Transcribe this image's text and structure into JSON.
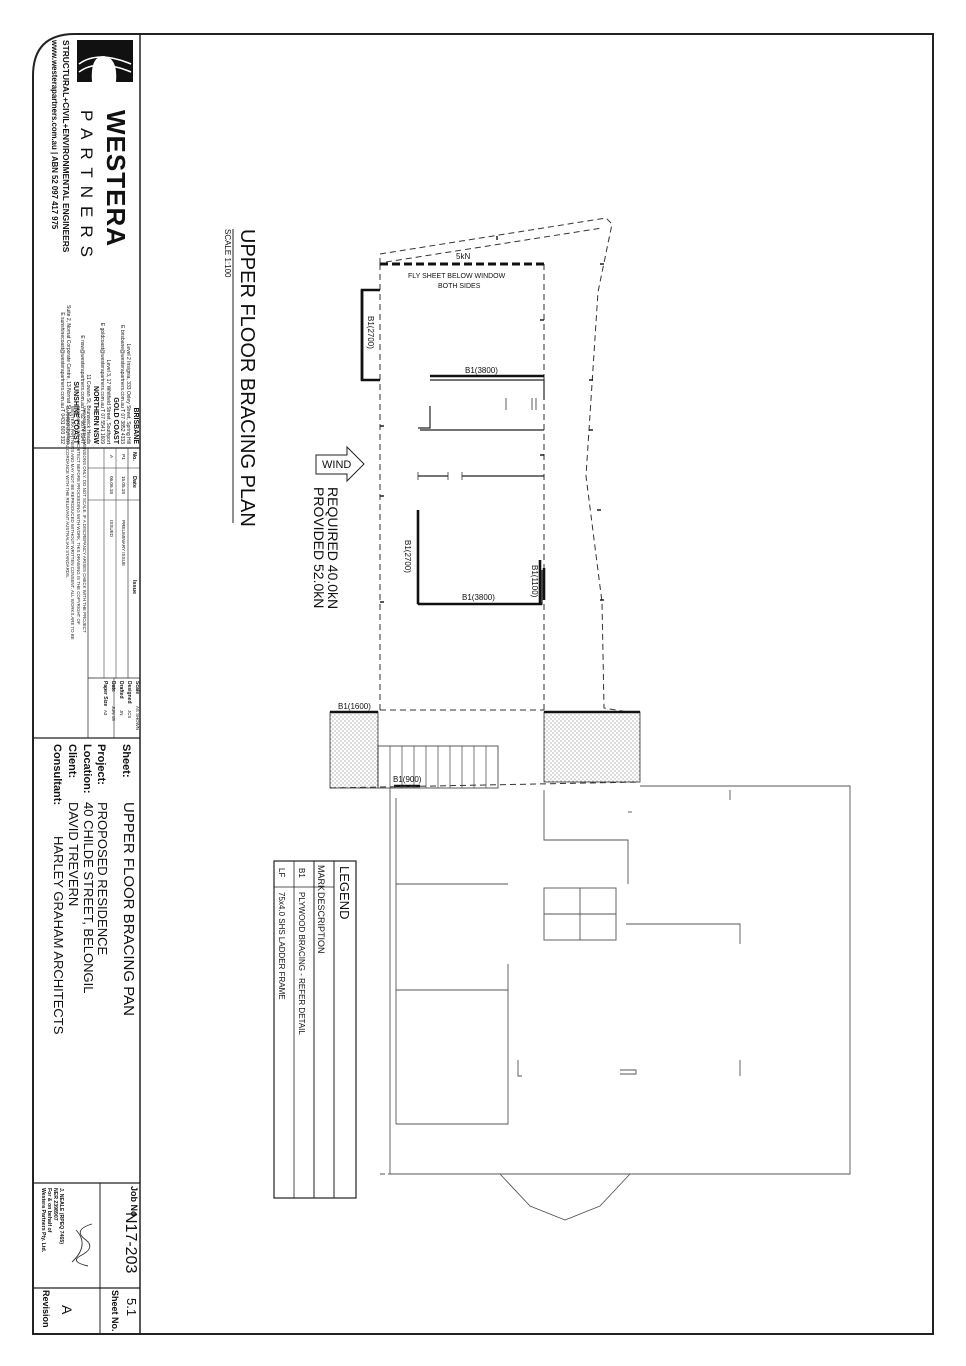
{
  "company": {
    "logo_name": "WESTERA",
    "logo_sub": "PARTNERS",
    "tagline": "STRUCTURAL+CIVIL+ENVIRONMENTAL ENGINEERS",
    "web": "www.westerapartners.com.au | ABN 52 097 417 975",
    "offices": [
      {
        "name": "BRISBANE",
        "addr": "Level 2 Insignia, 333 Oxley Street, Spring Hill",
        "contact": "E brisbane@westerapartners.com.au  T 07 3852 4333"
      },
      {
        "name": "GOLD COAST",
        "addr": "Level 3, 17 Whitfield Street, Southport",
        "contact": "E goldcoast@westerapartners.com.au  T 07 5541 1609"
      },
      {
        "name": "NORTHERN NSW",
        "addr": "11 Cowan St, Brunswick Heads",
        "contact": "E nsw@westerapartners.com.au  T 02 6674 8947"
      },
      {
        "name": "SUNSHINE COAST",
        "addr": "Suite 2, Nornat Corporate Centre, 13 Nornat St, Maroochydore",
        "contact": "E sunshinecoast@westerapartners.com.au  T 0431 803 332"
      }
    ]
  },
  "revisions": {
    "headers": [
      "No.",
      "Date",
      "Issue"
    ],
    "rows": [
      [
        "P1",
        "15.05.18",
        "PRELIMINARY ISSUE"
      ],
      [
        "A",
        "06.06.18",
        "ISSUED"
      ]
    ]
  },
  "meta": {
    "scale_label": "Scale",
    "scale": "AS SHOWN",
    "designed_label": "Designed",
    "designed": "JCS",
    "drafted_label": "Drafted",
    "drafted": "JN",
    "date_label": "Date",
    "date": "JUN 18",
    "size_label": "Paper Size",
    "size": "A3"
  },
  "disclaimer": "USE FIGURED DIMENSIONS ONLY. DO NOT SCALE. IF A DISCREPANCY ARISES CHECK WITH THE PROJECT ENGINEER OR ARCHITECT BEFORE PROCEEDING WITH WORK. THIS DRAWING IS THE COPYRIGHT OF WESTERA PARTNERS AND MAY NOT BE REPRODUCED WITHOUT WRITTEN CONSENT. ALL WORKS ARE TO BE CARRIED OUT IN ACCORDANCE WITH THE RELEVANT AUSTRALIAN STANDARDS.",
  "title_block": {
    "sheet_label": "Sheet:",
    "sheet": "UPPER FLOOR BRACING PAN",
    "project_label": "Project:",
    "project": "PROPOSED RESIDENCE",
    "location_label": "Location:",
    "location": "40 CHILDE STREET, BELONGIL",
    "client_label": "Client:",
    "client": "DAVID TREVERN",
    "consultant_label": "Consultant:",
    "consultant": "HARLEY GRAHAM ARCHITECTS",
    "job_label": "Job No.",
    "job": "N17-203",
    "sheet_no_label": "Sheet No.",
    "sheet_no": "5.1",
    "revision_label": "Revision",
    "revision": "A",
    "signatory": [
      "J. NEALE  (RPEQ 7465)",
      "NER 2398907",
      "For & on behalf of",
      "Westera Partners Pty. Ltd."
    ]
  },
  "plan": {
    "title": "UPPER FLOOR BRACING PLAN",
    "scale": "SCALE 1:100",
    "wind": "WIND",
    "required": "REQUIRED  40.0kN",
    "provided": "PROVIDED  52.0kN",
    "five_kn": "5kN",
    "fly_sheet": [
      "FLY SHEET BELOW WINDOW",
      "BOTH SIDES"
    ],
    "labels": [
      "B1(2700)",
      "B1(3800)",
      "B1(2700)",
      "B1(3800)",
      "B1(1100)",
      "B1(1600)",
      "B1(900)"
    ]
  },
  "legend": {
    "title": "LEGEND",
    "headers": [
      "MARK",
      "DESCRIPTION"
    ],
    "rows": [
      [
        "B1",
        "PLYWOOD BRACING - REFER DETAIL"
      ],
      [
        "LF",
        "75x4.0 SHS LADDER FRAME"
      ]
    ]
  }
}
